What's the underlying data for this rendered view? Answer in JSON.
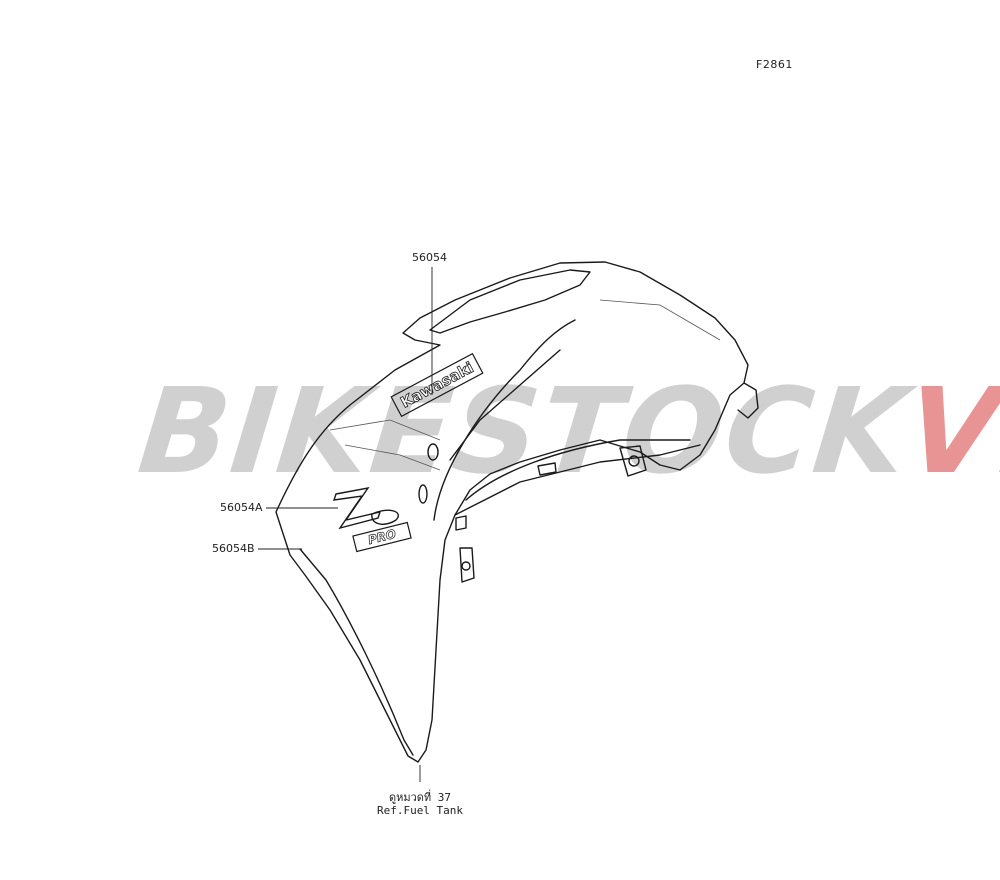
{
  "figure_code": "F2861",
  "watermark": {
    "main": "BIKESTOCK",
    "accent": "VN"
  },
  "parts": [
    {
      "id": "56054"
    },
    {
      "id": "56054A"
    },
    {
      "id": "56054B"
    }
  ],
  "logos": {
    "kawasaki": "Kawasaki",
    "model_pro": "PRO"
  },
  "reference": {
    "thai": "ดูหมวดที่ 37",
    "english": "Ref.Fuel Tank"
  }
}
